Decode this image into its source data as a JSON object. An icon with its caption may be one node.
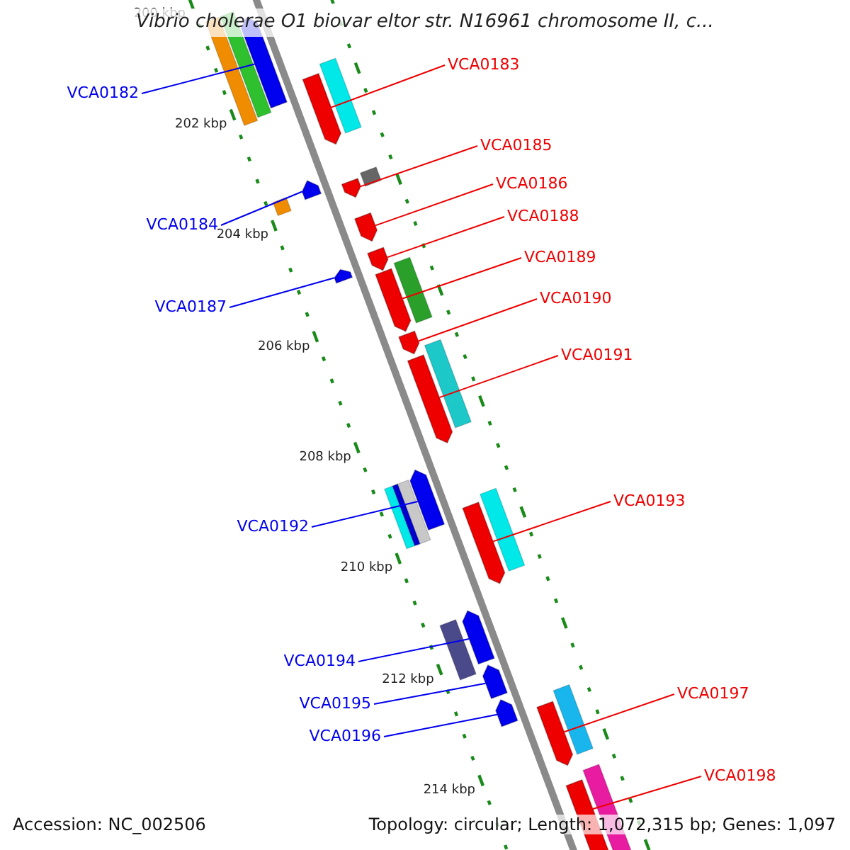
{
  "diagram": {
    "title": "Vibrio cholerae O1 biovar eltor str. N16961 chromosome II, c...",
    "nodes": [
      {
        "text": [
          "VCA0183"
        ]
      },
      {
        "text": [
          "VCA0182"
        ]
      },
      {
        "text": [
          "VCA0185"
        ]
      },
      {
        "text": [
          "VCA0186"
        ]
      },
      {
        "text": [
          "VCA0188"
        ]
      },
      {
        "text": [
          "VCA0184"
        ]
      },
      {
        "text": [
          "VCA0189"
        ]
      },
      {
        "text": [
          "VCA0190"
        ]
      },
      {
        "text": [
          "VCA0187"
        ]
      },
      {
        "text": [
          "VCA0191"
        ]
      },
      {
        "text": [
          "VCA0193"
        ]
      },
      {
        "text": [
          "VCA0192"
        ]
      },
      {
        "text": [
          "VCA0194"
        ]
      },
      {
        "text": [
          "VCA0197"
        ]
      },
      {
        "text": [
          "VCA0195"
        ]
      },
      {
        "text": [
          "VCA0196"
        ]
      },
      {
        "text": [
          "VCA0198"
        ]
      },
      {
        "text": [],
        "shape": "bar"
      },
      {
        "text": [],
        "shape": "bar"
      },
      {
        "text": [],
        "shape": "bar"
      },
      {
        "text": [],
        "shape": "bar"
      },
      {
        "text": [],
        "shape": "bar"
      },
      {
        "text": [],
        "shape": "bar"
      },
      {
        "text": [],
        "shape": "bar"
      },
      {
        "text": [],
        "shape": "bar"
      },
      {
        "text": [],
        "shape": "bar"
      },
      {
        "text": [],
        "shape": "bar"
      },
      {
        "text": [],
        "shape": "bar"
      },
      {
        "text": [],
        "shape": "bar"
      },
      {
        "text": [],
        "shape": "bar"
      },
      {
        "text": [],
        "shape": "bar"
      },
      {
        "text": [],
        "shape": "bar"
      },
      {
        "text": [],
        "shape": "bar"
      },
      {
        "text": [],
        "shape": "bar"
      }
    ],
    "edges": [
      {
        "from": 0,
        "to": 17,
        "arrow": "none"
      },
      {
        "from": 1,
        "to": 18,
        "arrow": "none",
        "color": "#0000ee"
      },
      {
        "from": 2,
        "to": 19,
        "arrow": "none"
      },
      {
        "from": 3,
        "to": 20,
        "arrow": "none"
      },
      {
        "from": 4,
        "to": 21,
        "arrow": "none"
      },
      {
        "from": 5,
        "to": 22,
        "arrow": "none",
        "color": "#0000ee"
      },
      {
        "from": 6,
        "to": 23,
        "arrow": "none"
      },
      {
        "from": 7,
        "to": 24,
        "arrow": "none"
      },
      {
        "from": 8,
        "to": 25,
        "arrow": "none",
        "color": "#0000ee"
      },
      {
        "from": 9,
        "to": 26,
        "arrow": "none"
      },
      {
        "from": 10,
        "to": 27,
        "arrow": "none"
      },
      {
        "from": 11,
        "to": 28,
        "arrow": "none",
        "color": "#0000ee"
      },
      {
        "from": 12,
        "to": 29,
        "arrow": "none",
        "color": "#0000ee"
      },
      {
        "from": 13,
        "to": 30,
        "arrow": "none"
      },
      {
        "from": 14,
        "to": 31,
        "arrow": "none",
        "color": "#0000ee"
      },
      {
        "from": 15,
        "to": 32,
        "arrow": "none",
        "color": "#0000ee"
      },
      {
        "from": 16,
        "to": 33,
        "arrow": "none"
      }
    ],
    "labels": [
      "200 kbp",
      "202 kbp",
      "204 kbp",
      "206 kbp",
      "208 kbp",
      "210 kbp",
      "212 kbp",
      "214 kbp",
      "Accession: NC_002506",
      "Topology: circular; Length: 1,072,315 bp; Genes: 1,097"
    ]
  }
}
